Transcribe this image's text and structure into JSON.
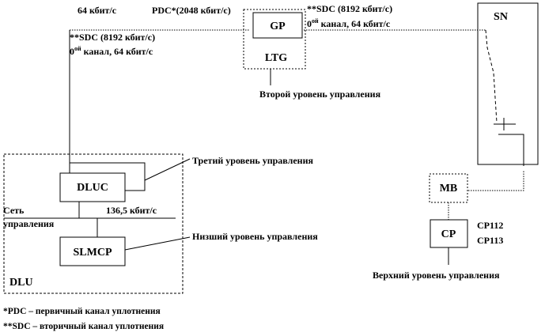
{
  "blocks": {
    "gp": "GP",
    "ltg": "LTG",
    "sn": "SN",
    "mb": "MB",
    "cp": "CP",
    "dluc": "DLUC",
    "slmcp": "SLMCP",
    "dlu": "DLU"
  },
  "links": {
    "top_left_rate": "64 кбит/с",
    "pdc": "PDC*(2048 кбит/с)",
    "sdc_right": "**SDC (8192 кбит/с)",
    "channel_right_sup": "ой",
    "channel_right_rest": " канал, 64 кбит/с",
    "sdc_left": "**SDC (8192 кбит/с)",
    "channel_left_sup": "ой",
    "channel_left_rest": " канал, 64 кбит/с",
    "channel_zero": "0",
    "bus_rate": "136,5 кбит/с"
  },
  "levels": {
    "second": "Второй уровень управления",
    "third": "Третий уровень управления",
    "lower": "Низший уровень управления",
    "upper": "Верхний уровень управления"
  },
  "network": {
    "line1": "Сеть",
    "line2": "управления"
  },
  "cp_labels": [
    "CP112",
    "CP113"
  ],
  "footnotes": {
    "pdc": "*PDC – первичный канал уплотнения",
    "sdc": "**SDC – вторичный канал уплотнения"
  }
}
